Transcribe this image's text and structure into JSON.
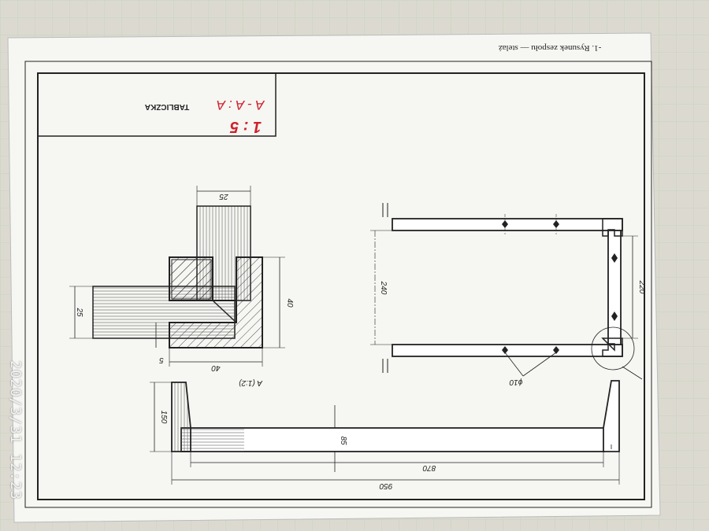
{
  "header": {
    "title": "-1. Rysunek zespołu — stelaż"
  },
  "title_block": {
    "label": "TABLICZKA",
    "scale": "1 : 5",
    "section": "A - A : A"
  },
  "detail": {
    "caption": "A (1:2)",
    "dims": {
      "top": "25",
      "left": "25",
      "right": "40",
      "bottom": "40",
      "gap": "5"
    }
  },
  "front_view": {
    "dims": {
      "width": "240",
      "inner": "220",
      "hole": "ϕ10"
    }
  },
  "bottom_view": {
    "dims": {
      "height": "150",
      "thickness": "85",
      "inner_length": "870",
      "length": "950"
    }
  },
  "photo_stamp": "2020/3/31  12:23"
}
